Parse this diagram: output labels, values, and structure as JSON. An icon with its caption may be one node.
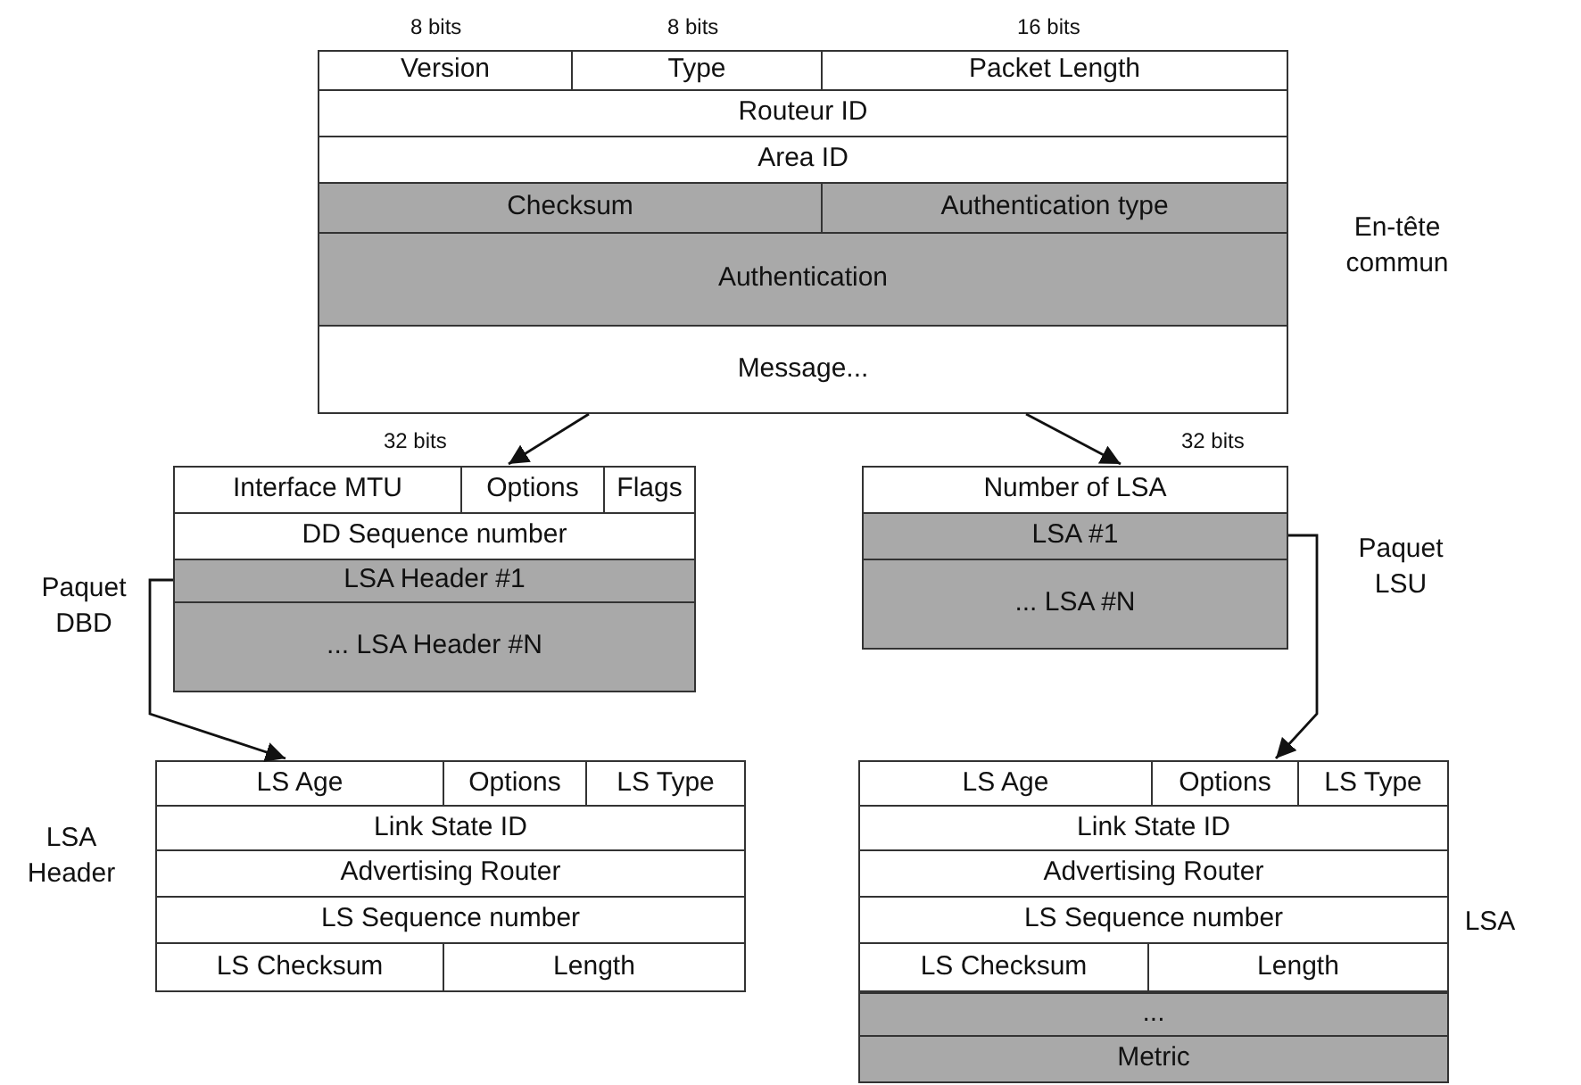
{
  "diagram": {
    "nodes": [
      {
        "text": [
          "En-tête commun"
        ]
      },
      {
        "text": [
          "Version"
        ],
        "in": 0
      },
      {
        "text": [
          "Type"
        ],
        "in": 0
      },
      {
        "text": [
          "Packet Length"
        ],
        "in": 0
      },
      {
        "text": [
          "Routeur ID"
        ],
        "in": 0
      },
      {
        "text": [
          "Area ID"
        ],
        "in": 0
      },
      {
        "text": [
          "Checksum"
        ],
        "in": 0
      },
      {
        "text": [
          "Authentication type"
        ],
        "in": 0
      },
      {
        "text": [
          "Authentication"
        ],
        "in": 0
      },
      {
        "text": [
          "Message..."
        ],
        "in": 0
      },
      {
        "text": [
          "Paquet DBD"
        ]
      },
      {
        "text": [
          "Interface MTU"
        ],
        "in": 10
      },
      {
        "text": [
          "Options"
        ],
        "in": 10
      },
      {
        "text": [
          "Flags"
        ],
        "in": 10
      },
      {
        "text": [
          "DD Sequence number"
        ],
        "in": 10
      },
      {
        "text": [
          "LSA Header #1"
        ],
        "in": 10
      },
      {
        "text": [
          "... LSA Header #N"
        ],
        "in": 10
      },
      {
        "text": [
          "Paquet LSU"
        ]
      },
      {
        "text": [
          "Number of LSA"
        ],
        "in": 17
      },
      {
        "text": [
          "LSA #1"
        ],
        "in": 17
      },
      {
        "text": [
          "... LSA #N"
        ],
        "in": 17
      },
      {
        "text": [
          "LSA Header"
        ]
      },
      {
        "text": [
          "LS Age"
        ],
        "in": 21
      },
      {
        "text": [
          "Options"
        ],
        "in": 21
      },
      {
        "text": [
          "LS Type"
        ],
        "in": 21
      },
      {
        "text": [
          "Link State ID"
        ],
        "in": 21
      },
      {
        "text": [
          "Advertising Router"
        ],
        "in": 21
      },
      {
        "text": [
          "LS Sequence number"
        ],
        "in": 21
      },
      {
        "text": [
          "LS Checksum"
        ],
        "in": 21
      },
      {
        "text": [
          "Length"
        ],
        "in": 21
      },
      {
        "text": [
          "LSA"
        ]
      },
      {
        "text": [
          "LS Age"
        ],
        "in": 30
      },
      {
        "text": [
          "Options"
        ],
        "in": 30
      },
      {
        "text": [
          "LS Type"
        ],
        "in": 30
      },
      {
        "text": [
          "Link State ID"
        ],
        "in": 30
      },
      {
        "text": [
          "Advertising Router"
        ],
        "in": 30
      },
      {
        "text": [
          "LS Sequence number"
        ],
        "in": 30
      },
      {
        "text": [
          "LS Checksum"
        ],
        "in": 30
      },
      {
        "text": [
          "Length"
        ],
        "in": 30
      },
      {
        "text": [
          "..."
        ],
        "in": 30
      },
      {
        "text": [
          "Metric"
        ],
        "in": 30
      }
    ],
    "edges": [
      {
        "from": 9,
        "to": 10,
        "arrow": "to"
      },
      {
        "from": 9,
        "to": 17,
        "arrow": "to"
      },
      {
        "from": 15,
        "to": 21,
        "arrow": "to"
      },
      {
        "from": 19,
        "to": 30,
        "arrow": "to"
      }
    ],
    "labels": [
      "8 bits",
      "8 bits",
      "16 bits",
      "32 bits",
      "32 bits"
    ]
  }
}
